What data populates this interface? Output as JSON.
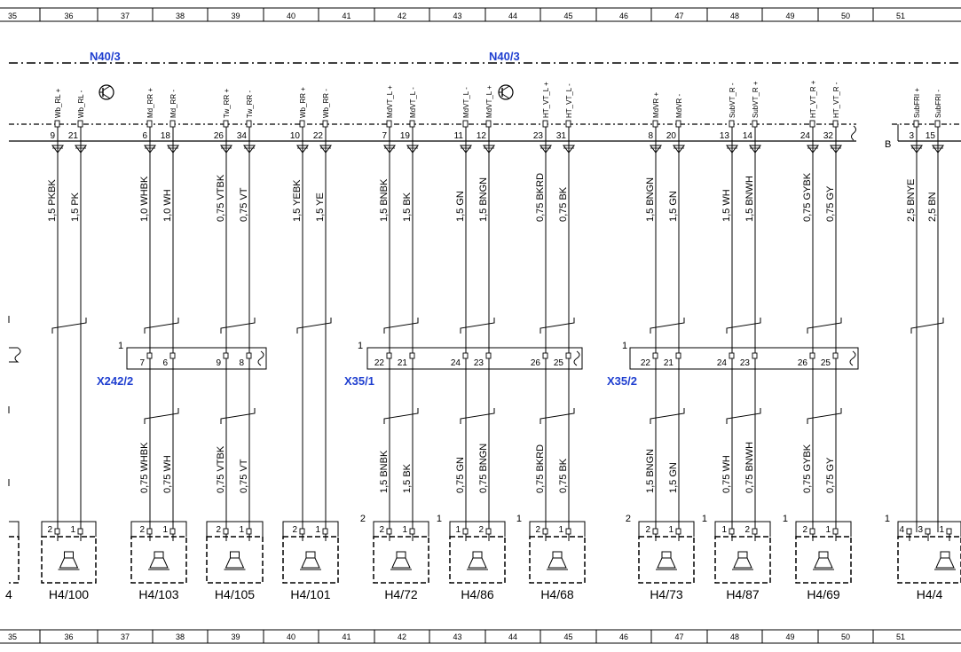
{
  "ruler": {
    "cells": [
      "35",
      "36",
      "37",
      "38",
      "39",
      "40",
      "41",
      "42",
      "43",
      "44",
      "45",
      "46",
      "47",
      "48",
      "49",
      "50",
      "51"
    ]
  },
  "module_labels": [
    "N40/3",
    "N40/3"
  ],
  "connector_labels": [
    "X242/2",
    "X35/1",
    "X35/2"
  ],
  "connector_numbers": [
    "1",
    "1",
    "1"
  ],
  "side_letter": "B",
  "pins": [
    {
      "n": "9",
      "s": "Wb_RL +"
    },
    {
      "n": "21",
      "s": "Wb_RL -"
    },
    {
      "n": "6",
      "s": "Md_RR +"
    },
    {
      "n": "18",
      "s": "Md_RR -"
    },
    {
      "n": "26",
      "s": "Tw_RR +"
    },
    {
      "n": "34",
      "s": "Tw_RR -"
    },
    {
      "n": "10",
      "s": "Wb_RR +"
    },
    {
      "n": "22",
      "s": "Wb_RR -"
    },
    {
      "n": "7",
      "s": "MdVT_L +"
    },
    {
      "n": "19",
      "s": "MdVT_L -"
    },
    {
      "n": "11",
      "s": "MdVT_L -"
    },
    {
      "n": "12",
      "s": "MdVT_L +"
    },
    {
      "n": "23",
      "s": "HT_VT_L +"
    },
    {
      "n": "31",
      "s": "HT_VT_L -"
    },
    {
      "n": "8",
      "s": "MdVR +"
    },
    {
      "n": "20",
      "s": "MdVR -"
    },
    {
      "n": "13",
      "s": "SubVT_R -"
    },
    {
      "n": "14",
      "s": "SubVT_R +"
    },
    {
      "n": "24",
      "s": "HT_VT_R +"
    },
    {
      "n": "32",
      "s": "HT_VT_R -"
    },
    {
      "n": "3",
      "s": "SubFRI +"
    },
    {
      "n": "15",
      "s": "SubFRI -"
    }
  ],
  "wires_top": [
    "1,5 PKBK",
    "1,5 PK",
    "1,0 WHBK",
    "1,0 WH",
    "0,75 VTBK",
    "0,75 VT",
    "1,5 YEBK",
    "1,5 YE",
    "1,5 BNBK",
    "1,5 BK",
    "1,5 GN",
    "1,5 BNGN",
    "0,75 BKRD",
    "0,75 BK",
    "1,5 BNGN",
    "1,5 GN",
    "1,5 WH",
    "1,5 BNWH",
    "0,75 GYBK",
    "0,75 GY",
    "2,5 BNYE",
    "2,5 BN"
  ],
  "wires_bottom": [
    "0,75 WHBK",
    "0,75 WH",
    "0,75 VTBK",
    "0,75 VT",
    "1,5 BNBK",
    "1,5 BK",
    "0,75 GN",
    "0,75 BNGN",
    "0,75 BKRD",
    "0,75 BK",
    "1,5 BNGN",
    "1,5 GN",
    "0,75 WH",
    "0,75 BNWH",
    "0,75 GYBK",
    "0,75 GY"
  ],
  "connector_pins": [
    "7",
    "6",
    "9",
    "8",
    "22",
    "21",
    "24",
    "23",
    "26",
    "25",
    "22",
    "21",
    "24",
    "23",
    "26",
    "25"
  ],
  "speakers": [
    {
      "label": "H4/100",
      "pins": [
        "2",
        "1"
      ],
      "num": ""
    },
    {
      "label": "H4/103",
      "pins": [
        "2",
        "1"
      ],
      "num": ""
    },
    {
      "label": "H4/105",
      "pins": [
        "2",
        "1"
      ],
      "num": ""
    },
    {
      "label": "H4/101",
      "pins": [
        "2",
        "1"
      ],
      "num": ""
    },
    {
      "label": "H4/72",
      "pins": [
        "2",
        "1"
      ],
      "num": "2"
    },
    {
      "label": "H4/86",
      "pins": [
        "1",
        "2"
      ],
      "num": "1"
    },
    {
      "label": "H4/68",
      "pins": [
        "2",
        "1"
      ],
      "num": "1"
    },
    {
      "label": "H4/73",
      "pins": [
        "2",
        "1"
      ],
      "num": "2"
    },
    {
      "label": "H4/87",
      "pins": [
        "1",
        "2"
      ],
      "num": "1"
    },
    {
      "label": "H4/69",
      "pins": [
        "2",
        "1"
      ],
      "num": "1"
    },
    {
      "label": "H4/4",
      "pins": [
        "4",
        "3",
        "1"
      ],
      "num": "1"
    }
  ],
  "left_edge_label": "4"
}
